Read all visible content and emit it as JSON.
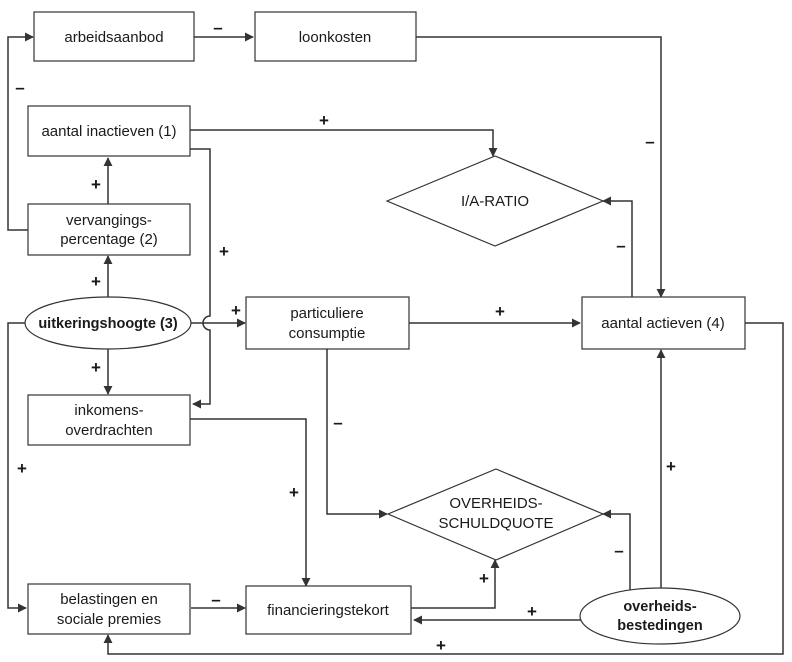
{
  "nodes": {
    "arbeidsaanbod": "arbeidsaanbod",
    "loonkosten": "loonkosten",
    "aantal_inactieven": "aantal inactieven (1)",
    "ia_ratio": "I/A-RATIO",
    "vervangings_line1": "vervangings-",
    "vervangings_line2": "percentage (2)",
    "uitkeringshoogte": "uitkeringshoogte (3)",
    "particuliere_line1": "particuliere",
    "particuliere_line2": "consumptie",
    "aantal_actieven": "aantal actieven (4)",
    "inkomens_line1": "inkomens-",
    "inkomens_line2": "overdrachten",
    "overheids_schuld_line1": "OVERHEIDS-",
    "overheids_schuld_line2": "SCHULDQUOTE",
    "belastingen_line1": "belastingen en",
    "belastingen_line2": "sociale premies",
    "financieringstekort": "financieringstekort",
    "overheidsbest_line1": "overheids-",
    "overheidsbest_line2": "bestedingen"
  },
  "signs": {
    "arbeid_to_loon": "–",
    "verv_to_arbeid": "–",
    "inact_to_ratio": "+",
    "loon_to_actieven": "–",
    "verv_to_inact": "+",
    "inact_to_inkomens": "+",
    "actieven_to_ratio": "–",
    "uitk_to_verv": "+",
    "uitk_to_part": "+",
    "part_to_actieven": "+",
    "uitk_to_inkomens": "+",
    "part_to_schuld": "–",
    "uitk_to_belast": "+",
    "inkomens_to_fin": "+",
    "overh_to_actieven": "+",
    "overh_to_schuld": "–",
    "fin_to_schuld": "+",
    "belast_to_fin": "–",
    "overh_to_fin": "+",
    "actieven_to_belast": "+"
  }
}
